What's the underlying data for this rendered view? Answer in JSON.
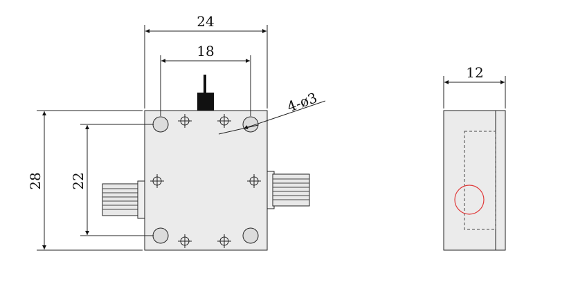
{
  "drawing": {
    "front_view": {
      "width_outer": "24",
      "width_holes": "18",
      "height_outer": "28",
      "height_holes": "22",
      "hole_callout": "4-ø3"
    },
    "side_view": {
      "thickness": "12"
    },
    "colors": {
      "line": "#222222",
      "fill_body": "#ebebeb",
      "fill_hole": "#dcdcdc",
      "fill_connector": "#e8e8e8",
      "marker_circle": "#e03a3a"
    }
  }
}
